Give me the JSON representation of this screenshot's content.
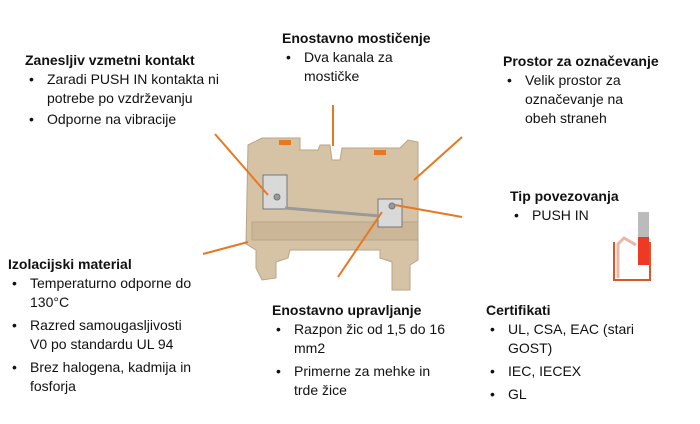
{
  "sections": {
    "spring": {
      "title": "Zanesljiv vzmetni kontakt",
      "items": [
        "Zaradi PUSH IN kontakta ni potrebe po vzdrževanju",
        "Odporne na vibracije"
      ]
    },
    "bridging": {
      "title": "Enostavno mostičenje",
      "items": [
        "Dva kanala za mostičke"
      ]
    },
    "marking": {
      "title": "Prostor za označevanje",
      "items": [
        "Velik prostor za označevanje na obeh straneh"
      ]
    },
    "connection": {
      "title": "Tip povezovanja",
      "items": [
        "PUSH IN"
      ]
    },
    "insulation": {
      "title": "Izolacijski material",
      "items": [
        "Temperaturno odporne do 130°C",
        "Razred samougasljivosti V0 po standardu UL 94",
        "Brez halogena, kadmija in fosforja"
      ]
    },
    "handling": {
      "title": "Enostavno upravljanje",
      "items": [
        "Razpon žic od 1,5 do 16 mm2",
        "Primerne za mehke in trde žice"
      ]
    },
    "certificates": {
      "title": "Certifikati",
      "items": [
        "UL, CSA, EAC (stari GOST)",
        "IEC, IECEX",
        "GL"
      ]
    }
  },
  "colors": {
    "accent": "#e87722",
    "body": "#d6c3a6"
  }
}
